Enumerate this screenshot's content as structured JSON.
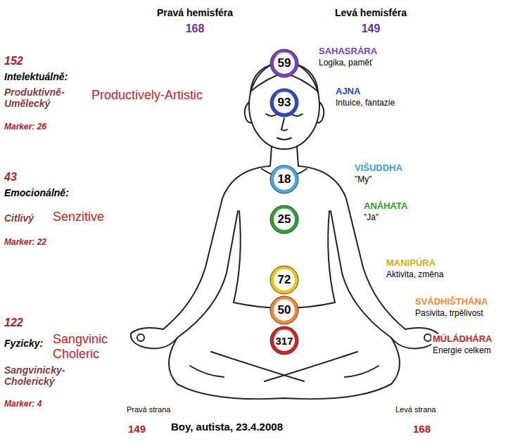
{
  "diagram": {
    "nodes": [
      {
        "text": [
          "59"
        ]
      },
      {
        "text": [
          "93"
        ]
      },
      {
        "text": [
          "18"
        ]
      },
      {
        "text": [
          "25"
        ]
      },
      {
        "text": [
          "72"
        ]
      },
      {
        "text": [
          "50"
        ]
      },
      {
        "text": [
          "317"
        ]
      }
    ],
    "labels": [
      "Pravá hemisféra",
      "168",
      "Levá hemisféra",
      "149",
      "152",
      "Intelektuálně:",
      "Produktivně-Umělecký",
      "Productively-Artistic",
      "Marker: 26",
      "43",
      "Emocionálně:",
      "Citlivý",
      "Senzitive",
      "Marker: 22",
      "122",
      "Fyzicky:",
      "Sangvinic Choleric",
      "Sangvinicky-Cholerický",
      "Marker: 4",
      "SAHASRÁRA",
      "Logika, paměť",
      "AJNA",
      "Intuice, fantazie",
      "VIŠUDDHA",
      "\"My\"",
      "ANÁHATA",
      "\"Já\"",
      "MANIPÚRA",
      "Aktivita, změna",
      "SVÁDHIŠTHÁNA",
      "Pasivita, trpělivost",
      "MÚLÁDHÁRA",
      "Energie celkem",
      "Pravá strana",
      "149",
      "Boy, autista, 23.4.2008",
      "Levá strana",
      "168"
    ]
  }
}
